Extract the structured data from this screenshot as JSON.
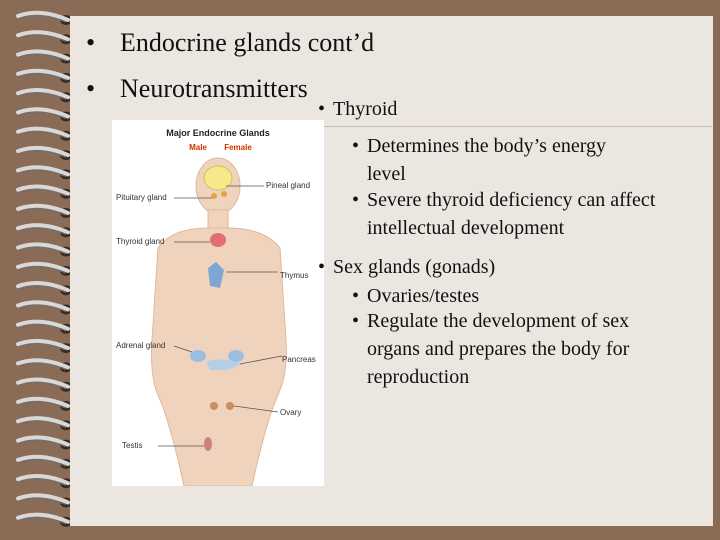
{
  "slide": {
    "bullets": [
      "Endocrine glands cont’d",
      "Neurotransmitters"
    ],
    "right_text": {
      "thyroid": "Thyroid",
      "thyroid_sub1_line1": "Determines the body’s energy",
      "thyroid_sub1_line2": "level",
      "thyroid_sub2_line1": "Severe thyroid deficiency can affect",
      "thyroid_sub2_line2": "intellectual development",
      "sex_glands": "Sex glands (gonads)",
      "sex_sub1": "Ovaries/testes",
      "sex_sub2_line1": "Regulate the development of sex",
      "sex_sub2_line2": "organs and prepares the body for",
      "sex_sub2_line3": "reproduction"
    }
  },
  "figure": {
    "title": "Major Endocrine Glands",
    "male": "Male",
    "female": "Female",
    "labels": {
      "pituitary": "Pituitary gland",
      "pineal": "Pineal gland",
      "thyroid": "Thyroid gland",
      "thymus": "Thymus",
      "adrenal": "Adrenal gland",
      "pancreas": "Pancreas",
      "ovary": "Ovary",
      "testis": "Testis"
    }
  },
  "colors": {
    "background": "#8a6b55",
    "page": "#ece6e1",
    "skin": "#f0d3bd",
    "brain": "#f5e98a",
    "thyroid": "#e07070",
    "thymus": "#7fa6d3",
    "title_red": "#cc3300"
  }
}
